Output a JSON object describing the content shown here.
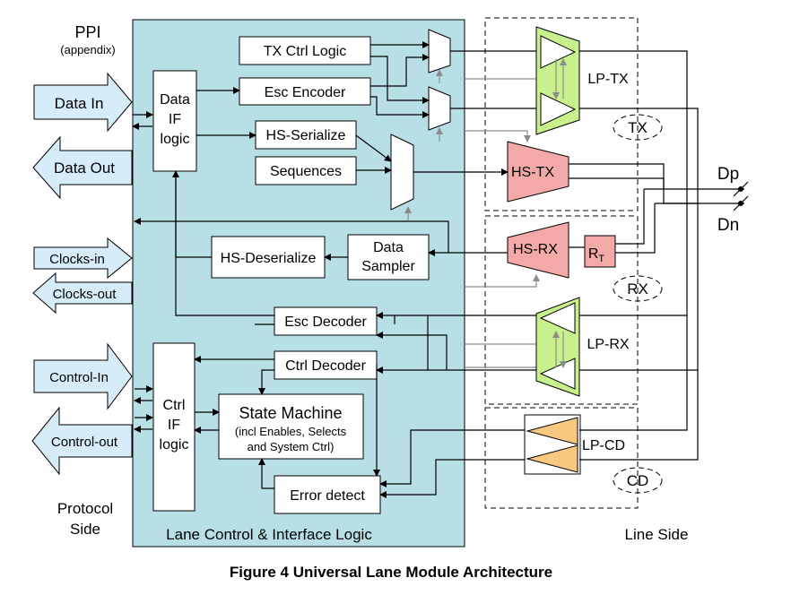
{
  "diagram": {
    "caption": "Figure 4 Universal Lane Module Architecture",
    "ppi_title": "PPI",
    "ppi_sub": "(appendix)",
    "protocol_side_l1": "Protocol",
    "protocol_side_l2": "Side",
    "line_side": "Line Side",
    "lane_control_label": "Lane Control & Interface Logic",
    "arrows": {
      "data_in": "Data In",
      "data_out": "Data Out",
      "clocks_in": "Clocks-in",
      "clocks_out": "Clocks-out",
      "control_in": "Control-In",
      "control_out": "Control-out"
    },
    "blocks": {
      "data_if": [
        "Data",
        "IF",
        "logic"
      ],
      "tx_ctrl": "TX Ctrl Logic",
      "esc_encoder": "Esc Encoder",
      "hs_serialize": "HS-Serialize",
      "sequences": "Sequences",
      "hs_deserialize": "HS-Deserialize",
      "data_sampler": [
        "Data",
        "Sampler"
      ],
      "esc_decoder": "Esc Decoder",
      "ctrl_decoder": "Ctrl Decoder",
      "ctrl_if": [
        "Ctrl",
        "IF",
        "logic"
      ],
      "state_machine": "State Machine",
      "state_machine_sub1": "(incl Enables, Selects",
      "state_machine_sub2": "and System Ctrl)",
      "error_detect": "Error detect"
    },
    "line_blocks": {
      "lp_tx": "LP-TX",
      "tx": "TX",
      "hs_tx": "HS-TX",
      "hs_rx": "HS-RX",
      "rt_main": "R",
      "rt_sub": "T",
      "rx": "RX",
      "lp_rx": "LP-RX",
      "lp_cd": "LP-CD",
      "cd": "CD",
      "dp": "Dp",
      "dn": "Dn"
    },
    "colors": {
      "lane_bg": "#b8dfe6",
      "arrow_fill": "#d6ecf8",
      "lp_green": "#c8f08c",
      "hs_pink": "#f4a9a9",
      "cd_orange": "#f8c880",
      "signal_gray": "#8c8c8c"
    }
  }
}
